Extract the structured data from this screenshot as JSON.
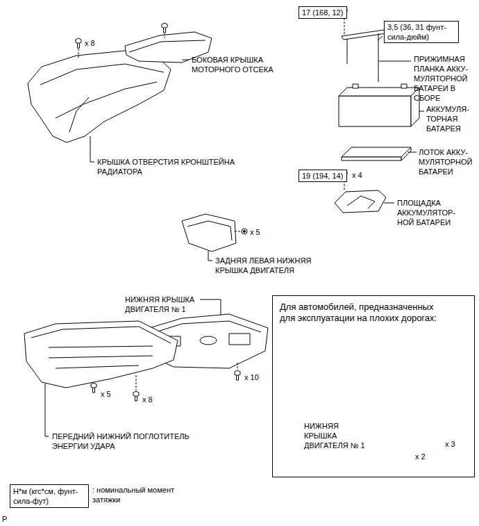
{
  "diagram": {
    "nodes": [
      {
        "text": [
          "17 (168, 12)"
        ]
      },
      {
        "text": [
          "3,5 (36, 31 фунт- сила-дюйм)"
        ]
      },
      {
        "text": [
          "19 (194, 14)"
        ]
      },
      {
        "text": [
          "Для автомобилей, предназначенных для эксплуатации на плохих дорогах:",
          "НИЖНЯЯ КРЫШКА ДВИГАТЕЛЯ № 1",
          "x 2",
          "x 3"
        ]
      },
      {
        "text": [
          "Н*м (кгс*см, фунт-сила-фут)",
          ": номинальный момент затяжки"
        ]
      }
    ],
    "labels": [
      "x 8",
      "БОКОВАЯ КРЫШКА МОТОРНОГО ОТСЕКА",
      "КРЫШКА ОТВЕРСТИЯ КРОНШТЕЙНА РАДИАТОРА",
      "ПРИЖИМНАЯ ПЛАНКА АККУ- МУЛЯТОРНОЙ БАТАРЕИ В СБОРЕ",
      "АККУМУЛЯ- ТОРНАЯ БАТАРЕЯ",
      "ЛОТОК АККУ- МУЛЯТОРНОЙ БАТАРЕИ",
      "x 4",
      "ПЛОЩАДКА АККУМУЛЯТОР- НОЙ БАТАРЕИ",
      "x 5",
      "ЗАДНЯЯ ЛЕВАЯ НИЖНЯЯ КРЫШКА ДВИГАТЕЛЯ",
      "НИЖНЯЯ КРЫШКА ДВИГАТЕЛЯ № 1",
      "x 10",
      "x 5",
      "x 8",
      "ПЕРЕДНИЙ НИЖНИЙ ПОГЛОТИТЕЛЬ ЭНЕРГИИ УДАРА",
      "P"
    ]
  }
}
